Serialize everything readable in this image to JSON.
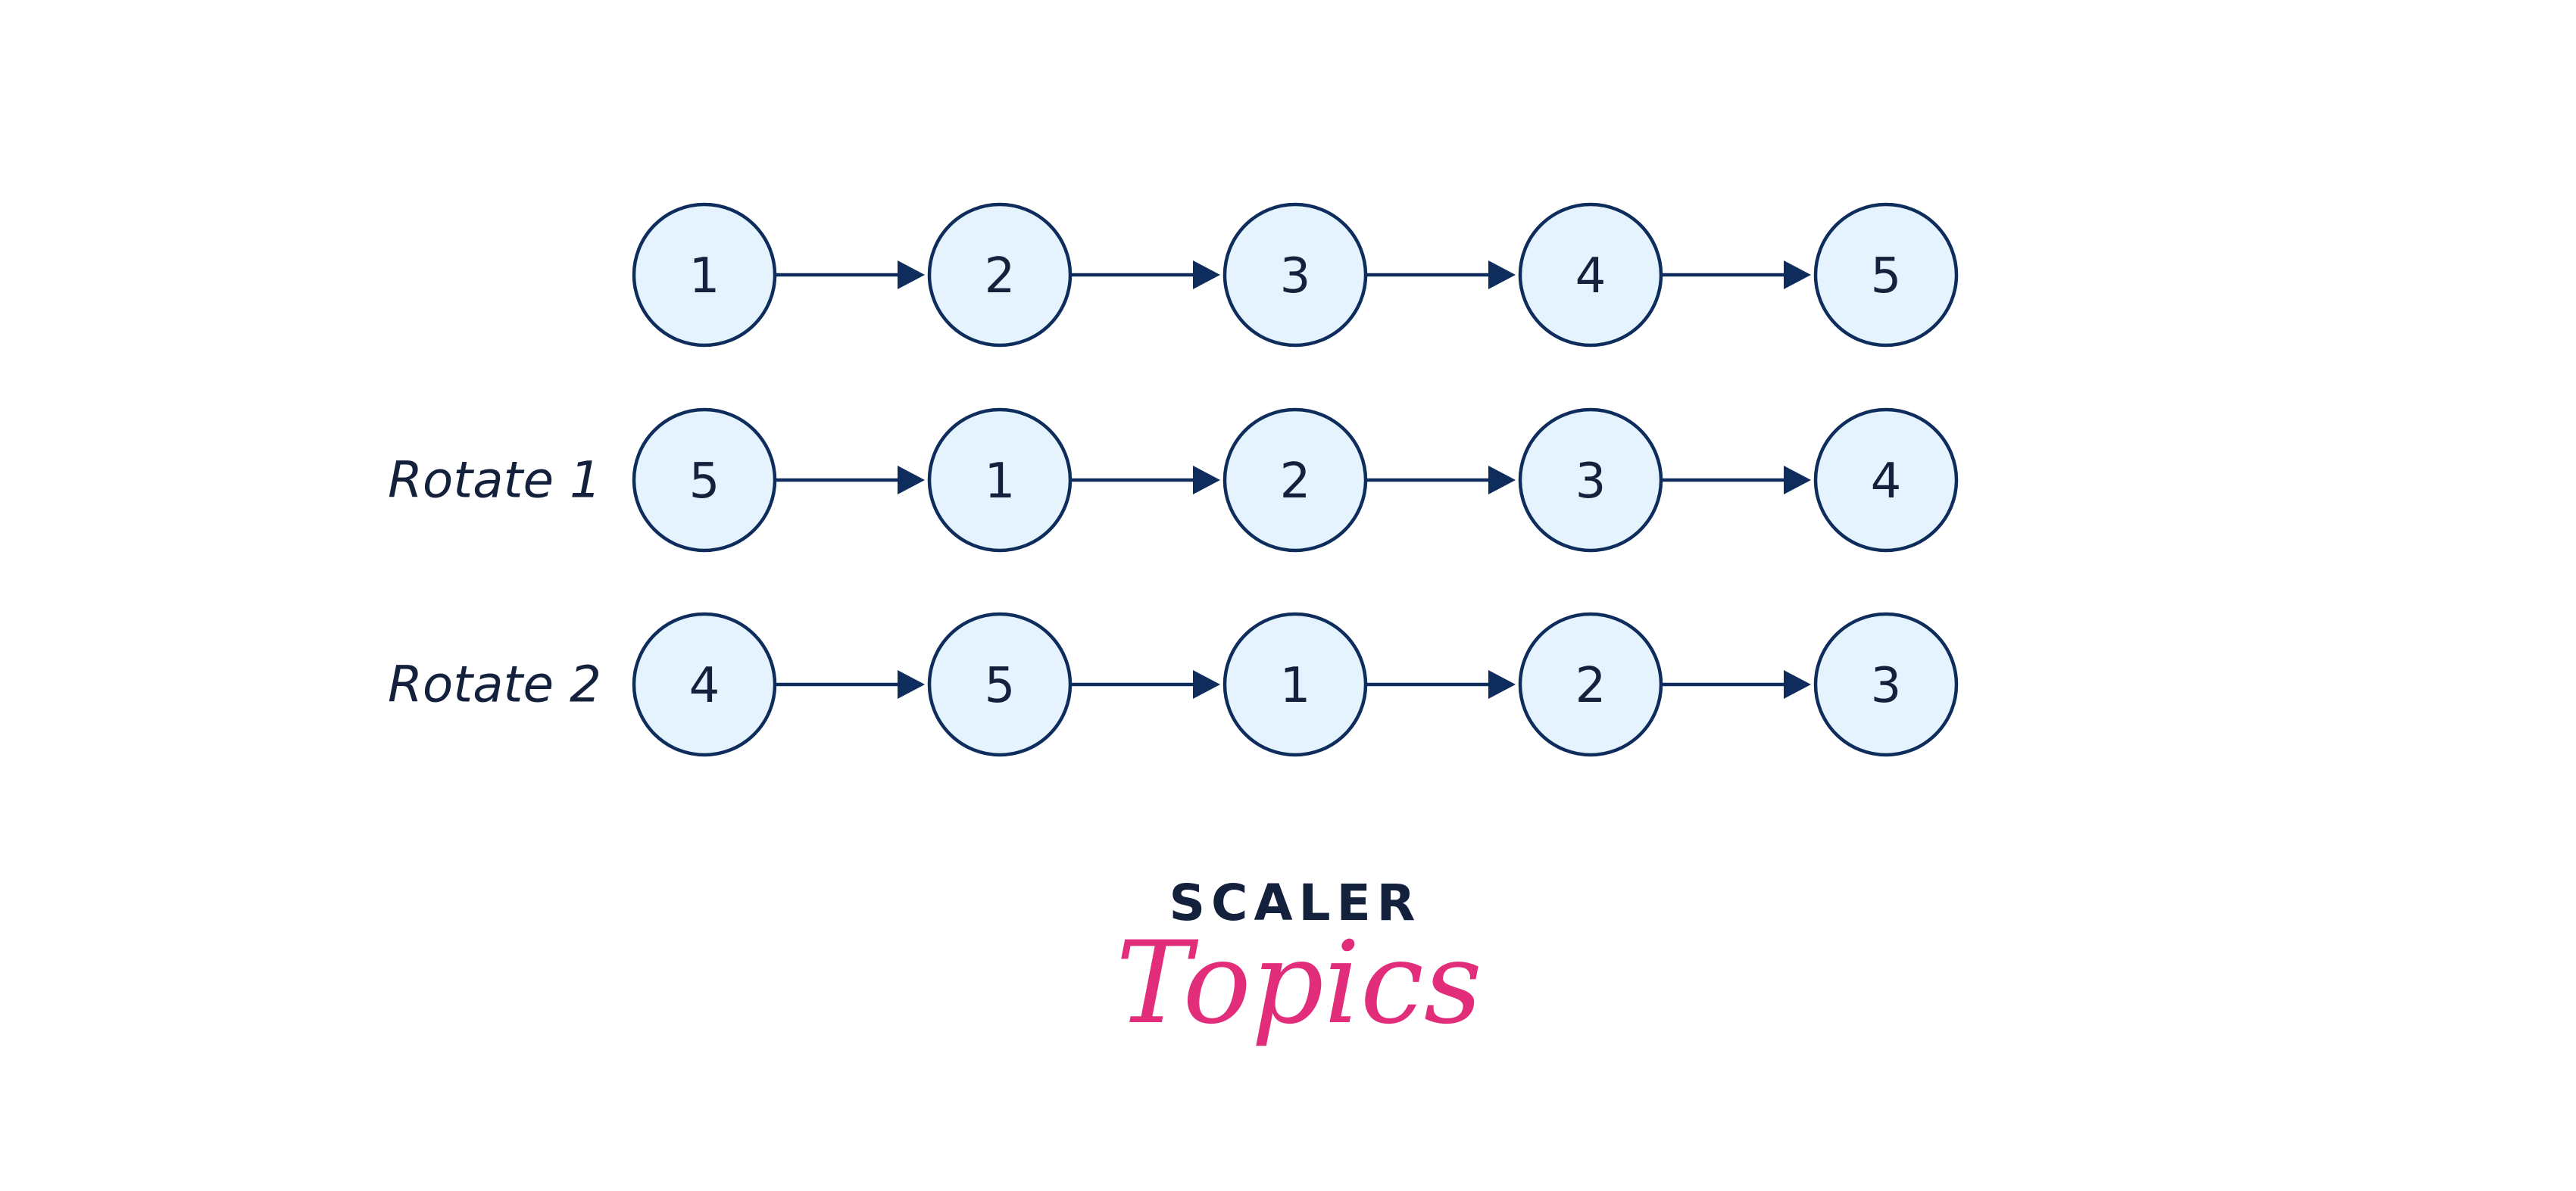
{
  "diagram": {
    "rows": [
      {
        "label": "",
        "nodes": [
          "1",
          "2",
          "3",
          "4",
          "5"
        ]
      },
      {
        "label": "Rotate 1",
        "nodes": [
          "5",
          "1",
          "2",
          "3",
          "4"
        ]
      },
      {
        "label": "Rotate 2",
        "nodes": [
          "4",
          "5",
          "1",
          "2",
          "3"
        ]
      }
    ]
  },
  "brand": {
    "word": "SCALER",
    "script": "Topics",
    "script_color": "#e12d7a",
    "word_color": "#14213d"
  },
  "colors": {
    "node_fill": "#e4f3fd",
    "node_stroke": "#0e2d5c",
    "arrow": "#0e2d5c",
    "text": "#14213d"
  }
}
